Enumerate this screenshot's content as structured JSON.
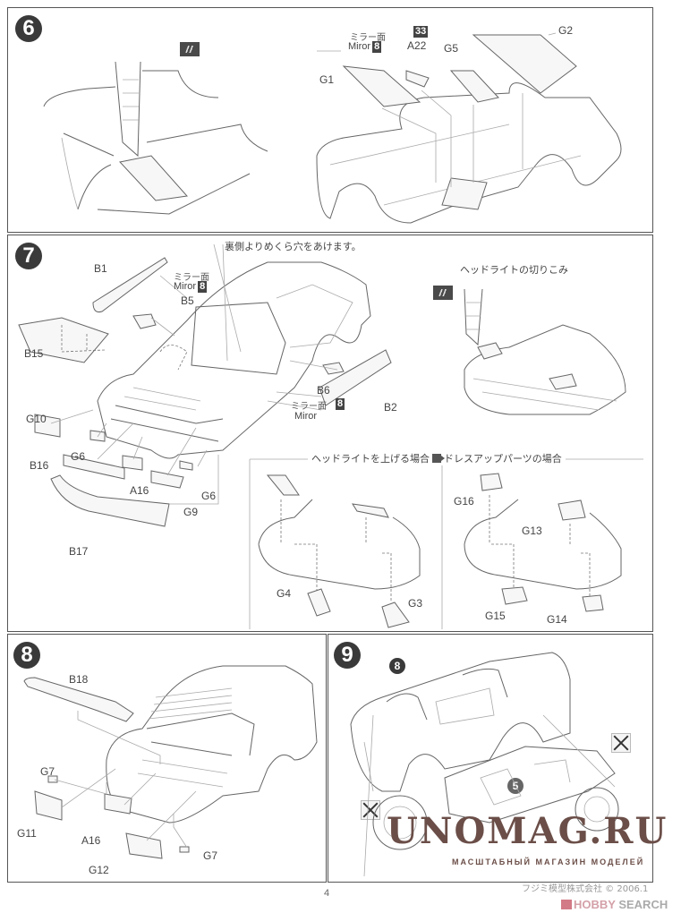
{
  "page": {
    "number": "4",
    "copyright": "フジミ模型株式会社 © 2006.1",
    "watermark": {
      "brand": "HOBBY SEARCH",
      "brand_accent": "HOBBY",
      "brand_rest": " SEARCH"
    },
    "overlay": {
      "title": "UNOMAG.RU",
      "subtitle": "МАСШТАБНЫЙ МАГАЗИН МОДЕЛЕЙ"
    }
  },
  "steps": [
    {
      "number": "6",
      "labels": {
        "g1": "G1",
        "g2": "G2",
        "g5": "G5",
        "a22": "A22",
        "color_33": "33",
        "mirror_jp": "ミラー面",
        "mirror_en": "Miror",
        "color_8": "8"
      },
      "icons": [
        "knife-icon"
      ]
    },
    {
      "number": "7",
      "note_holes": "裏側よりめくら穴をあけます。",
      "note_headlight_cut": "ヘッドライトの切りこみ",
      "labels": {
        "b1": "B1",
        "b5": "B5",
        "b15": "B15",
        "b6": "B6",
        "b2": "B2",
        "g10": "G10",
        "g6a": "G6",
        "g6b": "G6",
        "b16": "B16",
        "a16": "A16",
        "g9": "G9",
        "b17": "B17",
        "mirror_jp": "ミラー面",
        "mirror_en": "Miror",
        "color_8": "8",
        "mirror_jp2": "ミラー面",
        "mirror_en2": "Miror",
        "color_8b": "8"
      },
      "options": {
        "raised": "ヘッドライトを上げる場合",
        "dressup": "ドレスアップパーツの場合",
        "raised_labels": {
          "g4": "G4",
          "g3": "G3"
        },
        "dressup_labels": {
          "g16": "G16",
          "g13": "G13",
          "g15": "G15",
          "g14": "G14"
        }
      }
    },
    {
      "number": "8",
      "labels": {
        "b18": "B18",
        "g7a": "G7",
        "g7b": "G7",
        "g11": "G11",
        "a16": "A16",
        "g12": "G12"
      }
    },
    {
      "number": "9",
      "refs": {
        "body": "8",
        "chassis": "5"
      },
      "icons": [
        "cut-icon"
      ]
    }
  ]
}
